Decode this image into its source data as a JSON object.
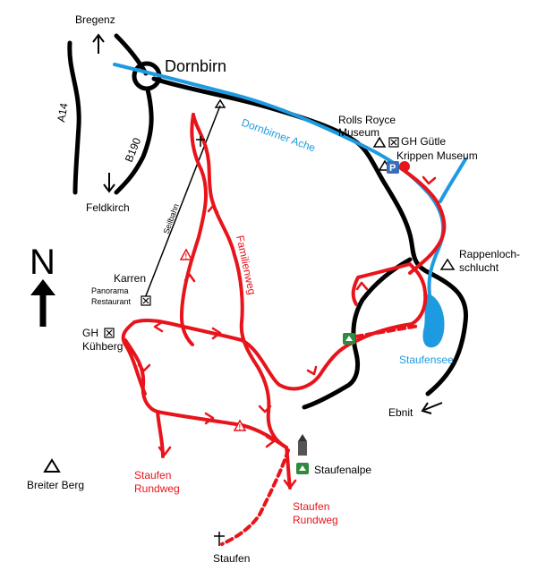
{
  "colors": {
    "trail": "#e8141b",
    "water": "#1e9be0",
    "road": "#000000",
    "parking": "#3a6db5"
  },
  "places": {
    "bregenz": "Bregenz",
    "dornbirn": "Dornbirn",
    "feldkirch": "Feldkirch",
    "rolls_royce": [
      "Rolls Royce",
      "Museum"
    ],
    "gh_guetle": "GH Gütle",
    "krippen": "Krippen Museum",
    "rappenloch": [
      "Rappenloch-",
      "schlucht"
    ],
    "karren": "Karren",
    "panorama": [
      "Panorama",
      "Restaurant"
    ],
    "gh_kuehberg": [
      "GH",
      "Kühberg"
    ],
    "staufensee": "Staufensee",
    "ebnit": "Ebnit",
    "staufenalpe": "Staufenalpe",
    "staufen": "Staufen",
    "breiter_berg": "Breiter Berg"
  },
  "roads": {
    "a14": "A14",
    "b190": "B190"
  },
  "river": "Dornbirner Ache",
  "seilbahn": "Seilbahn",
  "trails": {
    "familienweg": "Familienweg",
    "rundweg_left": [
      "Staufen",
      "Rundweg"
    ],
    "rundweg_right": [
      "Staufen",
      "Rundweg"
    ]
  },
  "compass": "N",
  "icons": {
    "parking": "P"
  }
}
